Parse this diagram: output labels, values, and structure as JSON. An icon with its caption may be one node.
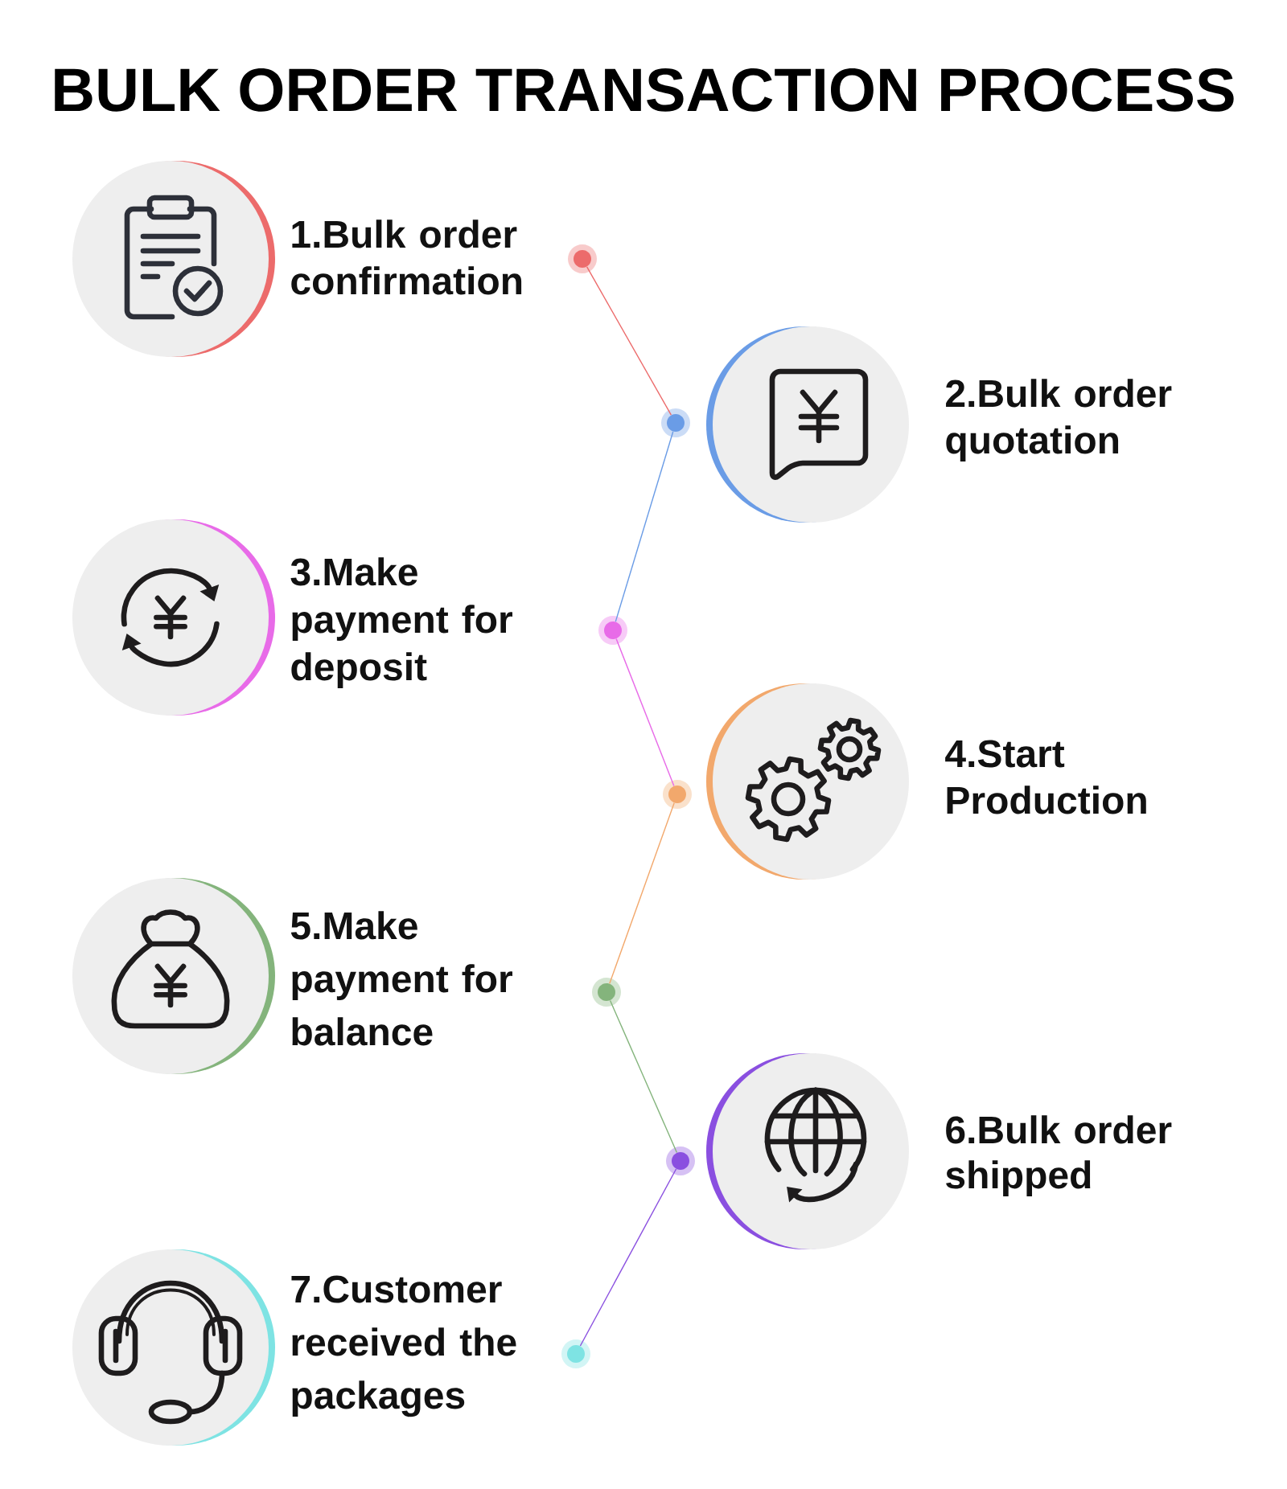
{
  "diagram": {
    "title": "BULK ORDER TRANSACTION PROCESS",
    "nodes": [
      {
        "text": [
          "1.Bulk order confirmation"
        ]
      },
      {
        "text": [],
        "shape": "circle"
      },
      {
        "text": [
          "2.Bulk order quotation"
        ]
      },
      {
        "text": [],
        "shape": "circle"
      },
      {
        "text": [
          "3.Make payment for deposit"
        ]
      },
      {
        "text": [],
        "shape": "circle"
      },
      {
        "text": [
          "4.Start Production"
        ]
      },
      {
        "text": [],
        "shape": "circle"
      },
      {
        "text": [
          "5.Make payment for balance"
        ]
      },
      {
        "text": [],
        "shape": "circle"
      },
      {
        "text": [
          "6.Bulk order shipped"
        ]
      },
      {
        "text": [],
        "shape": "circle"
      },
      {
        "text": [
          "7.Customer received the packages"
        ]
      },
      {
        "text": [],
        "shape": "circle"
      }
    ],
    "edges": [
      {
        "from": 1,
        "to": 3,
        "arrow": "none",
        "color": "#ec6b6b"
      },
      {
        "from": 3,
        "to": 5,
        "arrow": "none",
        "color": "#6a9ce6"
      },
      {
        "from": 5,
        "to": 7,
        "arrow": "none",
        "color": "#e86be8"
      },
      {
        "from": 7,
        "to": 9,
        "arrow": "none",
        "color": "#f2a86c"
      },
      {
        "from": 9,
        "to": 11,
        "arrow": "none",
        "color": "#84b47c"
      },
      {
        "from": 11,
        "to": 13,
        "arrow": "none",
        "color": "#8a4fe0"
      }
    ]
  }
}
